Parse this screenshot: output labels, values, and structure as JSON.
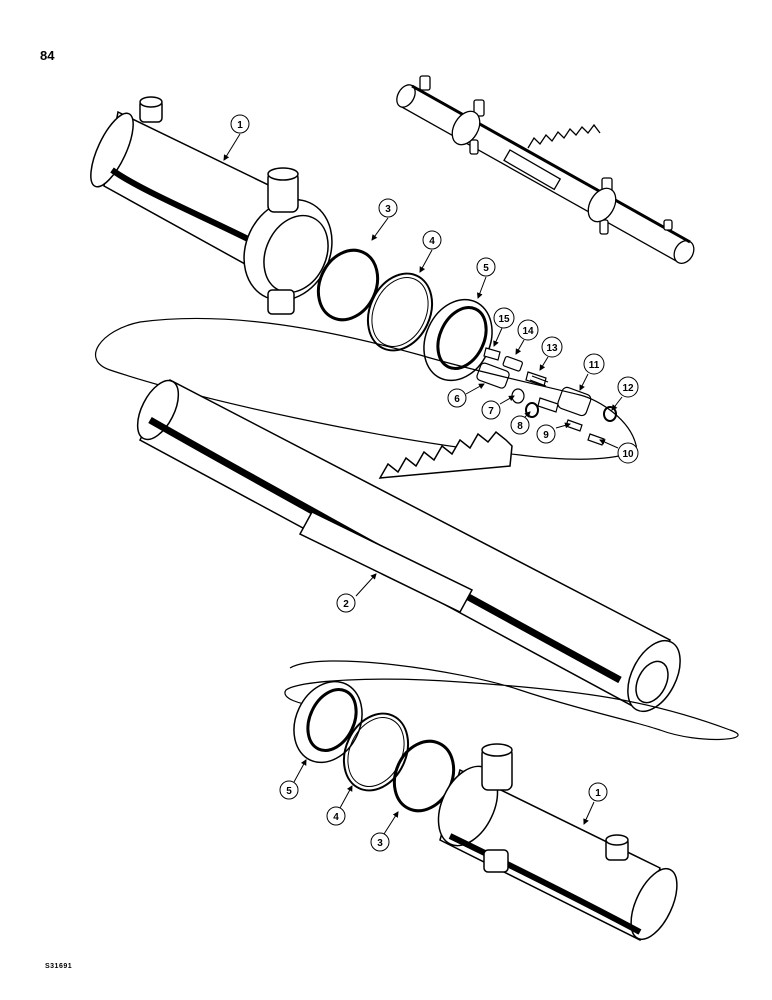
{
  "page": {
    "number": "84",
    "figure_code": "S31691"
  },
  "colors": {
    "line": "#000000",
    "paper": "#ffffff",
    "shade": "#000000"
  },
  "callouts": [
    {
      "id": "c1a",
      "label": "1"
    },
    {
      "id": "c2",
      "label": "2"
    },
    {
      "id": "c3a",
      "label": "3"
    },
    {
      "id": "c4a",
      "label": "4"
    },
    {
      "id": "c5a",
      "label": "5"
    },
    {
      "id": "c6",
      "label": "6"
    },
    {
      "id": "c7",
      "label": "7"
    },
    {
      "id": "c8",
      "label": "8"
    },
    {
      "id": "c9",
      "label": "9"
    },
    {
      "id": "c10",
      "label": "10"
    },
    {
      "id": "c11",
      "label": "11"
    },
    {
      "id": "c12",
      "label": "12"
    },
    {
      "id": "c13",
      "label": "13"
    },
    {
      "id": "c14",
      "label": "14"
    },
    {
      "id": "c15",
      "label": "15"
    },
    {
      "id": "c5b",
      "label": "5"
    },
    {
      "id": "c4b",
      "label": "4"
    },
    {
      "id": "c3b",
      "label": "3"
    },
    {
      "id": "c1b",
      "label": "1"
    }
  ]
}
